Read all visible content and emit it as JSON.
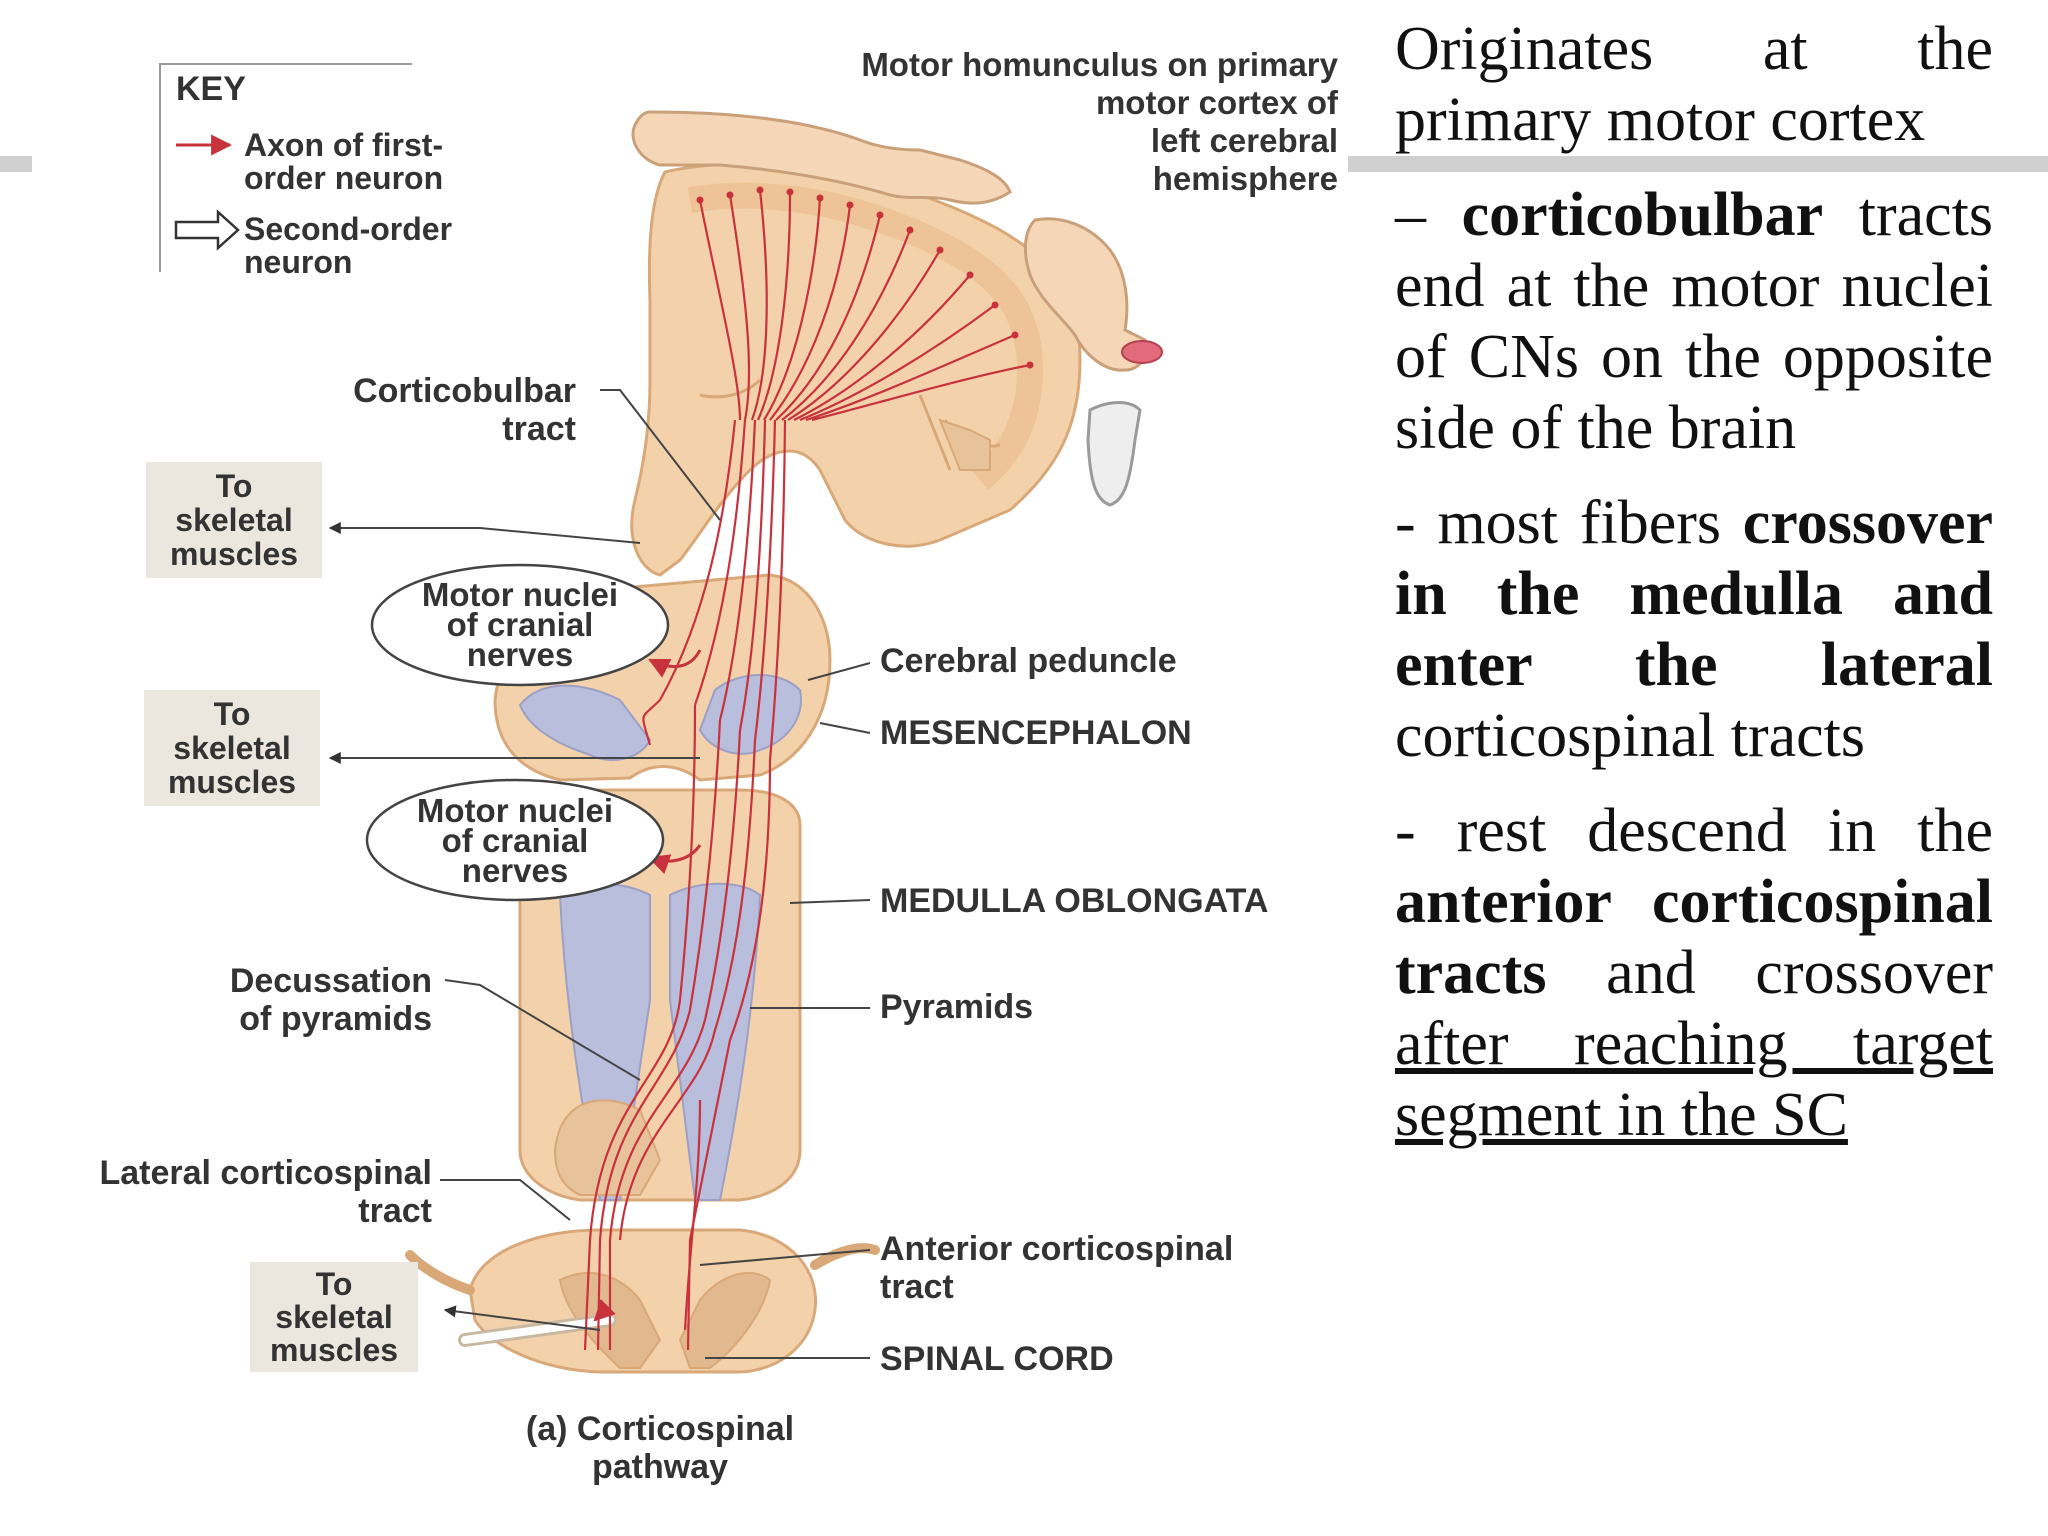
{
  "key": {
    "title": "KEY",
    "first_order": [
      "Axon of first-",
      "order neuron"
    ],
    "second_order": [
      "Second-order",
      "neuron"
    ]
  },
  "labels": {
    "homunculus": [
      "Motor homunculus on primary",
      "motor cortex of",
      "left cerebral",
      "hemisphere"
    ],
    "corticobulbar": [
      "Corticobulbar",
      "tract"
    ],
    "to_skeletal_1": [
      "To",
      "skeletal",
      "muscles"
    ],
    "to_skeletal_2": [
      "To",
      "skeletal",
      "muscles"
    ],
    "to_skeletal_3": [
      "To",
      "skeletal",
      "muscles"
    ],
    "motor_nuclei_1": [
      "Motor nuclei",
      "of cranial",
      "nerves"
    ],
    "motor_nuclei_2": [
      "Motor nuclei",
      "of cranial",
      "nerves"
    ],
    "cerebral_peduncle": "Cerebral peduncle",
    "mesencephalon": "MESENCEPHALON",
    "medulla": "MEDULLA OBLONGATA",
    "decussation": [
      "Decussation",
      "of pyramids"
    ],
    "pyramids": "Pyramids",
    "lateral_cst": [
      "Lateral corticospinal",
      "tract"
    ],
    "anterior_cst": [
      "Anterior corticospinal",
      "tract"
    ],
    "spinal_cord": "SPINAL CORD",
    "caption": [
      "(a) Corticospinal",
      "pathway"
    ]
  },
  "colors": {
    "axon": "#c8323c",
    "tissue": "#f3d2ab",
    "tissue_dark": "#d9a878",
    "white_matter": "#b9bedc",
    "label_box": "#ece7de"
  },
  "text": {
    "p1": "Originates at the primary motor cortex",
    "p2_lead": "– ",
    "p2_bold": "corticobulbar",
    "p2_rest": " tracts end at the motor nuclei of CNs on the opposite side of the brain",
    "p3_lead": "- most fibers ",
    "p3_bold": "crossover in the medulla and enter the lateral",
    "p3_rest": " corticospinal tracts",
    "p4_lead": "- rest descend in the ",
    "p4_bold": "anterior corticospinal tracts",
    "p4_mid": " and crossover ",
    "p4_underline": "after reaching target segment in the SC"
  }
}
